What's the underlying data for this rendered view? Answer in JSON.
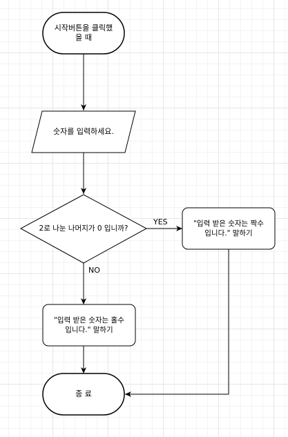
{
  "nodes": {
    "start": "시작버튼을 클릭했\n을 때",
    "input": "숫자를 입력하세요.",
    "decision": "2로 나눈 나머지가 0 입니까?",
    "even": "\"입력 받은 숫자는 짝수\n입니다.\" 말하기",
    "odd": "\"입력 받은 숫자는 홀수\n입니다.\" 말하기",
    "end": "종 료"
  },
  "edges": {
    "yes": "YES",
    "no": "NO"
  },
  "colors": {
    "stroke": "#000000",
    "fill": "#ffffff",
    "grid": "#e6e6e6"
  }
}
